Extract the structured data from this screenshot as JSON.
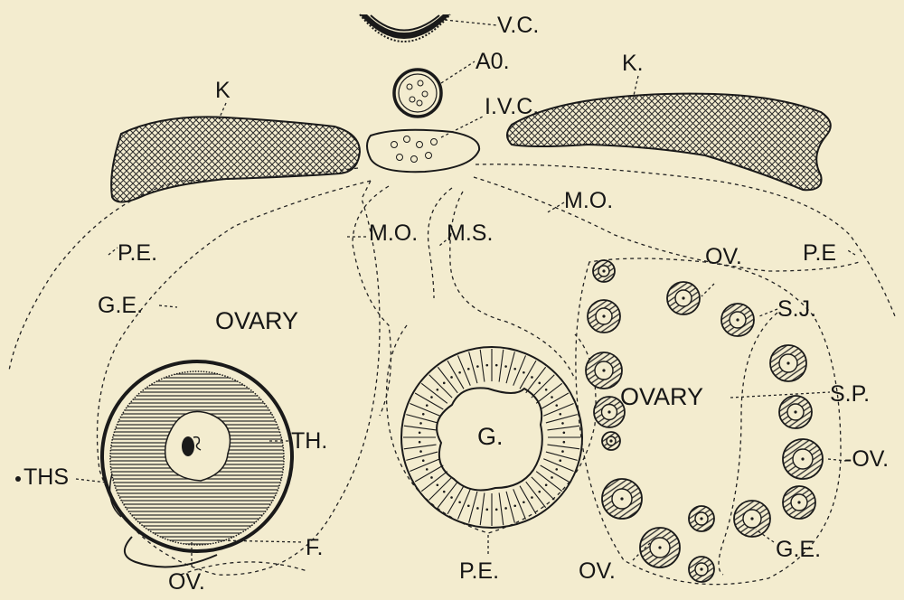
{
  "labels": {
    "vc": "V.C.",
    "ao": "A0.",
    "ivc": "I.V.C.",
    "k_left": "K",
    "k_right": "K.",
    "pe_left": "P.E.",
    "pe_right": "P.E",
    "pe_bottom": "P.E.",
    "ge_left": "G.E.",
    "ge_bottom": "G.E.",
    "ovary_left": "OVARY",
    "ovary_right": "OVARY",
    "mo_center": "M.O.",
    "mo_right": "M.O.",
    "ms": "M.S.",
    "ov_top": "OV.",
    "ov_right": "-OV.",
    "ov_bottom_center": "OV.",
    "ov_bottom_left": "OV.",
    "sj": "S.J.",
    "sp": "S.P.",
    "th": "TH.",
    "ths": "THS",
    "f": "F.",
    "g": "G."
  },
  "colors": {
    "background": "#f3eccf",
    "ink": "#161616"
  }
}
